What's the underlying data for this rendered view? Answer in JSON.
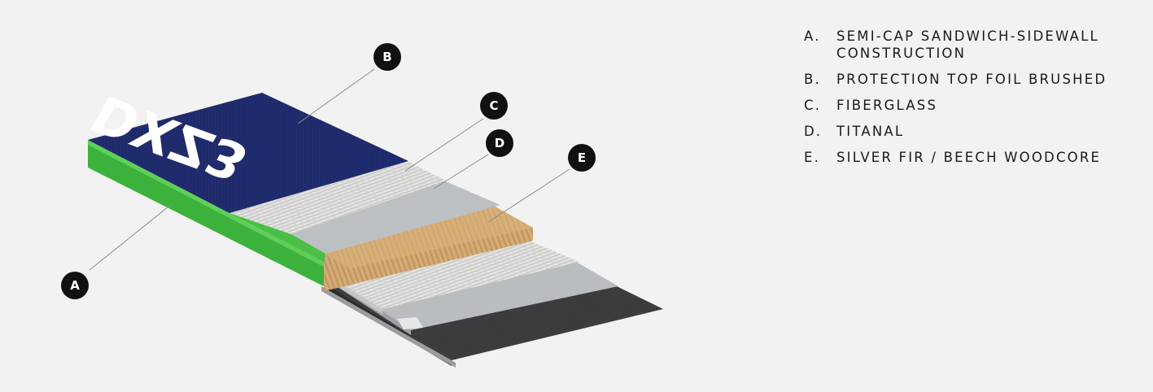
{
  "diagram": {
    "brand_text": "DXZ3",
    "callouts": [
      {
        "letter": "A"
      },
      {
        "letter": "B"
      },
      {
        "letter": "C"
      },
      {
        "letter": "D"
      },
      {
        "letter": "E"
      }
    ],
    "colors": {
      "background": "#f2f2f2",
      "top_sheet": "#1f2a6b",
      "sidewall": "#3cb23c",
      "fiberglass": "#d9d9d7",
      "titanal": "#b8bcbf",
      "woodcore": "#c9a06a",
      "base": "#3a3a3c",
      "badge": "#111111"
    }
  },
  "legend": {
    "items": [
      {
        "letter": "A.",
        "text": "SEMI-CAP SANDWICH-SIDEWALL CONSTRUCTION"
      },
      {
        "letter": "B.",
        "text": "PROTECTION TOP FOIL BRUSHED"
      },
      {
        "letter": "C.",
        "text": "FIBERGLASS"
      },
      {
        "letter": "D.",
        "text": "TITANAL"
      },
      {
        "letter": "E.",
        "text": "SILVER FIR / BEECH WOODCORE"
      }
    ]
  }
}
